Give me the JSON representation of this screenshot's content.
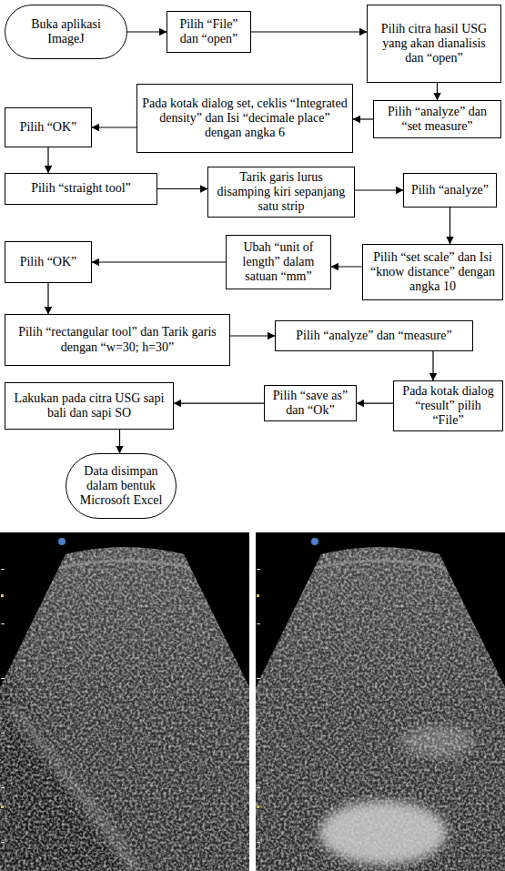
{
  "diagram": {
    "nodes": [
      {
        "text": [
          "Buka aplikasi ImageJ"
        ]
      },
      {
        "text": [
          "Pilih “File” dan “open”"
        ]
      },
      {
        "text": [
          "Pilih citra hasil USG yang akan dianalisis dan “open”"
        ]
      },
      {
        "text": [
          "Pilih “analyze” dan “set measure”"
        ]
      },
      {
        "text": [
          "Pada kotak dialog set, ceklis “Integrated density” dan Isi “decimale place” dengan angka 6"
        ]
      },
      {
        "text": [
          "Pilih “OK”"
        ]
      },
      {
        "text": [
          "Pilih “straight tool”"
        ]
      },
      {
        "text": [
          "Tarik garis lurus disamping kiri sepanjang satu strip"
        ]
      },
      {
        "text": [
          "Pilih “analyze”"
        ]
      },
      {
        "text": [
          "Pilih “set scale” dan Isi “know distance” dengan angka 10"
        ]
      },
      {
        "text": [
          "Ubah “unit of length” dalam satuan “mm”"
        ]
      },
      {
        "text": [
          "Pilih “OK”"
        ]
      },
      {
        "text": [
          "Pilih “rectangular tool” dan Tarik garis dengan “w=30; h=30”"
        ]
      },
      {
        "text": [
          "Pilih “analyze” dan “measure”"
        ]
      },
      {
        "text": [
          "Pada kotak dialog “result” pilih “File”"
        ]
      },
      {
        "text": [
          "Pilih “save as” dan “Ok”"
        ]
      },
      {
        "text": [
          "Lakukan pada citra USG sapi bali dan sapi SO"
        ]
      },
      {
        "text": [
          "Data disimpan dalam bentuk Microsoft Excel"
        ]
      }
    ],
    "edges": [
      {
        "from": 0,
        "to": 1,
        "arrow": "to"
      },
      {
        "from": 1,
        "to": 2,
        "arrow": "to"
      },
      {
        "from": 2,
        "to": 3,
        "arrow": "to"
      },
      {
        "from": 3,
        "to": 4,
        "arrow": "to"
      },
      {
        "from": 4,
        "to": 5,
        "arrow": "to"
      },
      {
        "from": 5,
        "to": 6,
        "arrow": "to"
      },
      {
        "from": 6,
        "to": 7,
        "arrow": "to"
      },
      {
        "from": 7,
        "to": 8,
        "arrow": "to"
      },
      {
        "from": 8,
        "to": 9,
        "arrow": "to"
      },
      {
        "from": 9,
        "to": 10,
        "arrow": "to"
      },
      {
        "from": 10,
        "to": 11,
        "arrow": "to"
      },
      {
        "from": 11,
        "to": 12,
        "arrow": "to"
      },
      {
        "from": 12,
        "to": 13,
        "arrow": "to"
      },
      {
        "from": 13,
        "to": 14,
        "arrow": "to"
      },
      {
        "from": 14,
        "to": 15,
        "arrow": "to"
      },
      {
        "from": 15,
        "to": 16,
        "arrow": "to"
      },
      {
        "from": 16,
        "to": 17,
        "arrow": "to"
      }
    ]
  }
}
